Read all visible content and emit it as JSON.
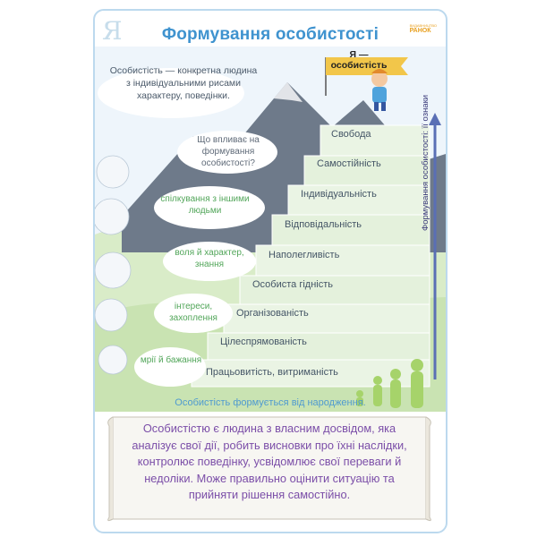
{
  "header": {
    "title": "Формування особистості",
    "publisher": "РАНОК",
    "publisher_small": "ВИДАВНИЦТВО",
    "corner_mark": "Я"
  },
  "intro_note": "Особистість — конкретна людина з індивідуальними рисами характеру, поведінки.",
  "flag_label": "Я — особистість",
  "clouds": [
    {
      "text": "Що впливає на формування особистості?",
      "color": "#5f6a78"
    },
    {
      "text": "спілкування з іншими людьми",
      "color": "#52a65a"
    },
    {
      "text": "воля й характер, знання",
      "color": "#52a65a"
    },
    {
      "text": "інтереси, захоплення",
      "color": "#52a65a"
    },
    {
      "text": "мрії й бажання",
      "color": "#52a65a"
    }
  ],
  "steps": [
    "Працьовитість, витриманість",
    "Цілеспрямованість",
    "Організованість",
    "Особиста гідність",
    "Наполегливість",
    "Відповідальність",
    "Індивідуальність",
    "Самостійність",
    "Свобода"
  ],
  "arrow_caption": "Формування особистості: її ознаки",
  "bottom_caption": "Особистість формується від народження.",
  "scroll_text": "Особистістю є людина з власним досвідом, яка аналізує свої дії, робить висновки про їхні наслідки, контролює поведінку, усвідомлює свої переваги й недоліки. Може правильно оцінити ситуацію та прийняти рішення самостійно.",
  "colors": {
    "title": "#3f93cf",
    "step_fill": "#eaf4e4",
    "mountain": "#6e7a8a",
    "sky": "#eef5fb",
    "arrow": "#5a6fb5",
    "scroll_text": "#7b4ea8"
  },
  "icons": [
    "flag-icon",
    "child-figure-icon",
    "growing-people-silhouettes-icon",
    "cloud-icon",
    "arrow-up-icon"
  ]
}
